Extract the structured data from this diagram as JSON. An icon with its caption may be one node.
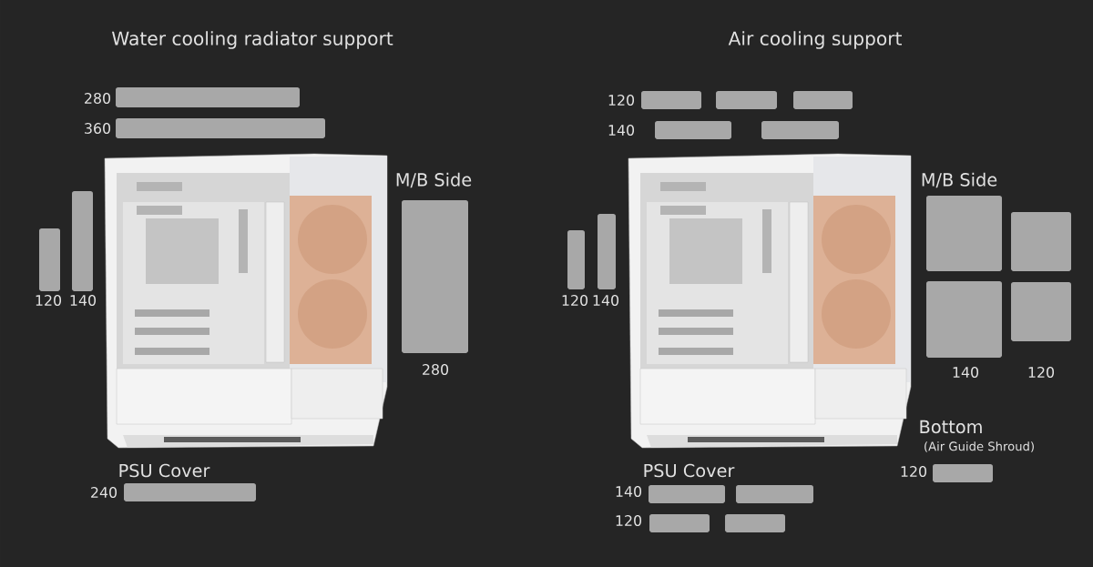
{
  "diagram": {
    "nodes": [
      {
        "text": [],
        "shape": "bar"
      },
      {
        "text": [],
        "shape": "bar"
      },
      {
        "text": [],
        "shape": "bar"
      },
      {
        "text": [],
        "shape": "bar"
      },
      {
        "text": [],
        "shape": "bar"
      },
      {
        "text": [],
        "shape": "bar"
      },
      {
        "text": [],
        "shape": "bar"
      },
      {
        "text": [],
        "shape": "bar"
      },
      {
        "text": [],
        "shape": "bar"
      },
      {
        "text": [],
        "shape": "bar"
      },
      {
        "text": [],
        "shape": "bar"
      },
      {
        "text": [],
        "shape": "bar"
      },
      {
        "text": [],
        "shape": "bar"
      },
      {
        "text": [],
        "shape": "bar"
      },
      {
        "text": [],
        "shape": "bar"
      },
      {
        "text": [],
        "shape": "bar"
      },
      {
        "text": [],
        "shape": "bar"
      },
      {
        "text": [],
        "shape": "bar"
      },
      {
        "text": [],
        "shape": "bar"
      },
      {
        "text": [],
        "shape": "bar"
      },
      {
        "text": [],
        "shape": "bar"
      },
      {
        "text": [],
        "shape": "bar"
      }
    ],
    "labels": [
      "Water cooling radiator support",
      "280",
      "360",
      "120",
      "140",
      "M/B Side",
      "280",
      "PSU Cover",
      "240",
      "Air cooling support",
      "120",
      "140",
      "120",
      "140",
      "M/B Side",
      "140",
      "120",
      "Bottom",
      "(Air Guide Shroud)",
      "120",
      "PSU Cover",
      "140",
      "120"
    ]
  }
}
